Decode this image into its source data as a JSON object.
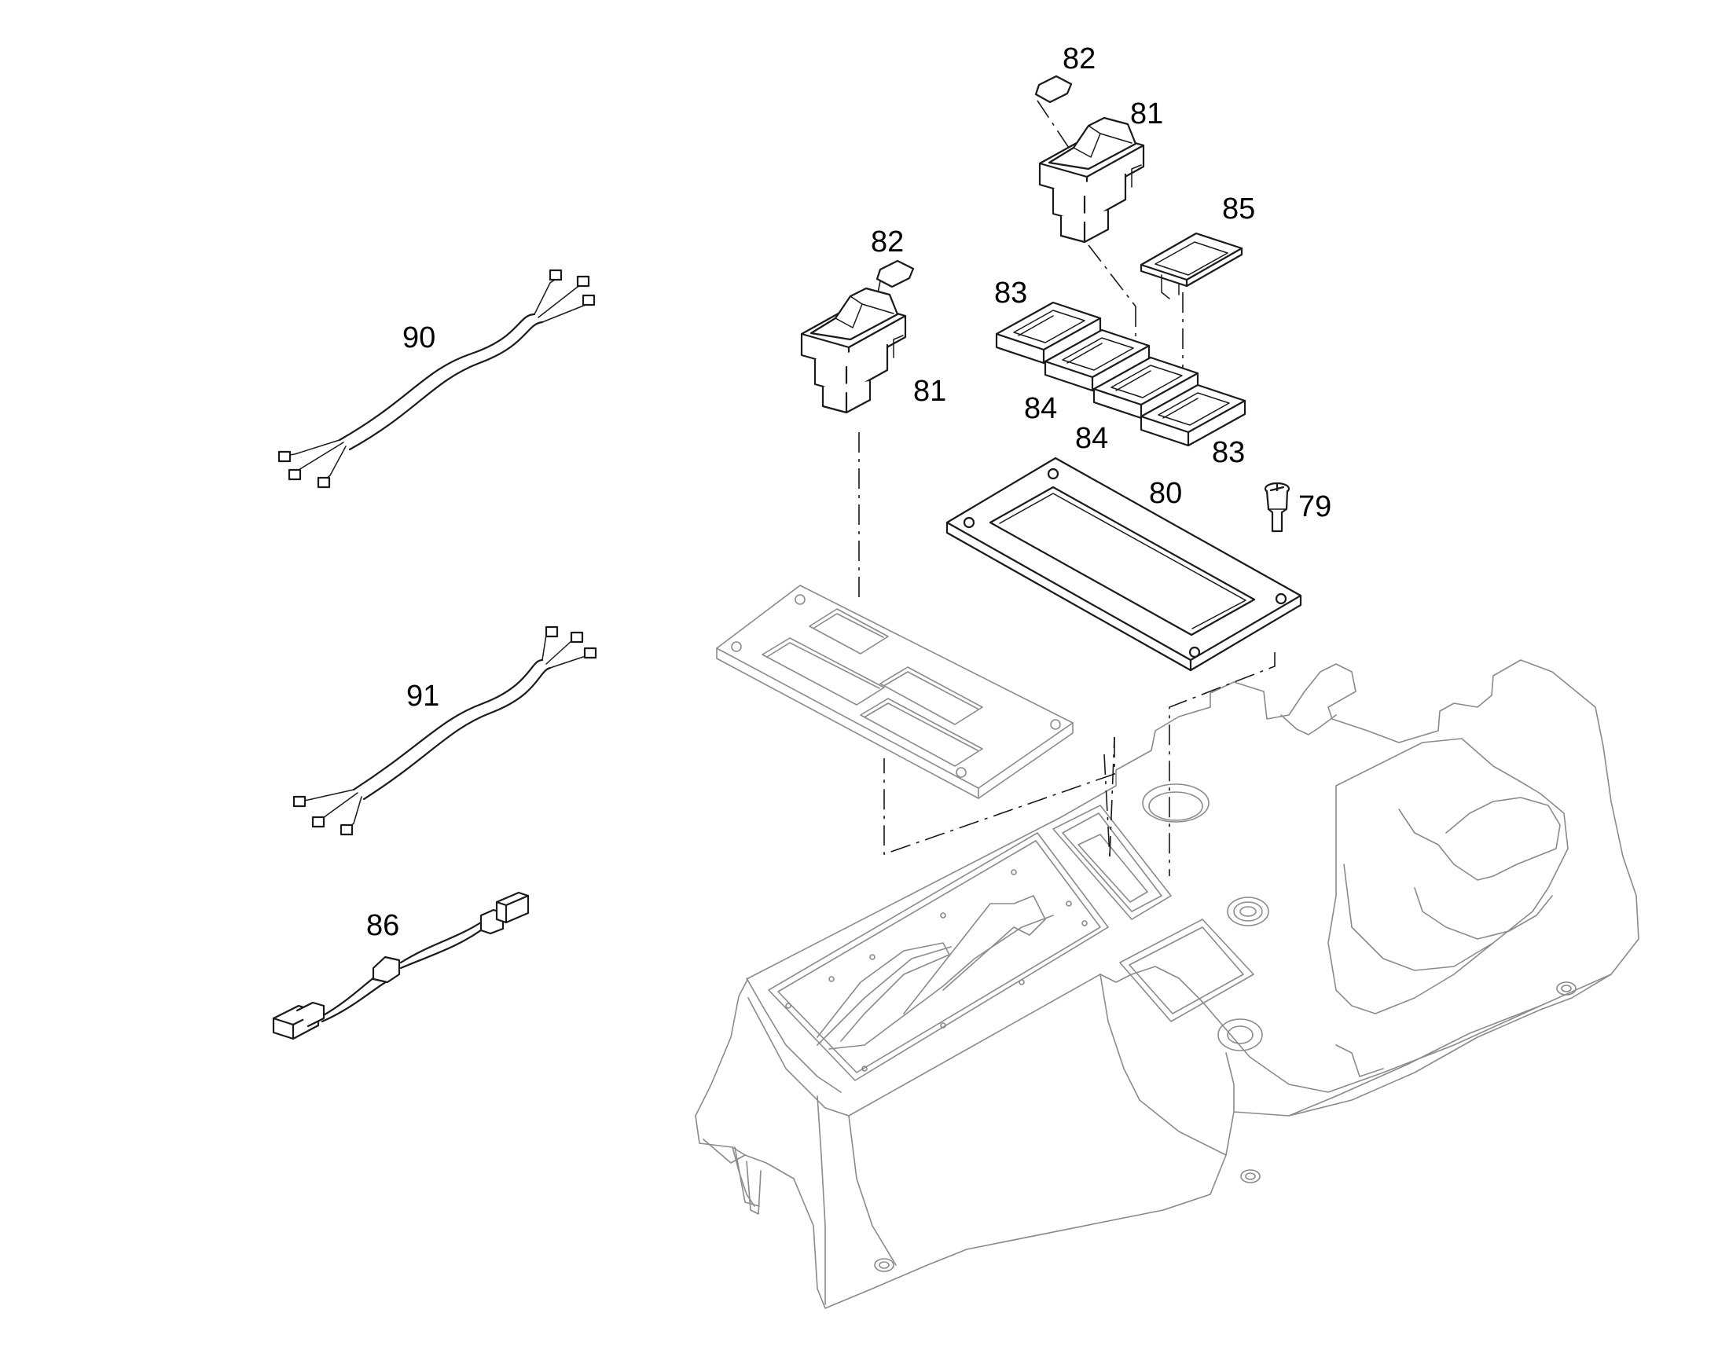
{
  "callouts": {
    "c82a": "82",
    "c81a": "81",
    "c85": "85",
    "c82b": "82",
    "c83a": "83",
    "c90": "90",
    "c81b": "81",
    "c84a": "84",
    "c84b": "84",
    "c83b": "83",
    "c80": "80",
    "c79": "79",
    "c91": "91",
    "c86": "86"
  },
  "colors": {
    "line": "#1a1a1a",
    "ghost": "#8a8a8a",
    "background": "#ffffff"
  }
}
